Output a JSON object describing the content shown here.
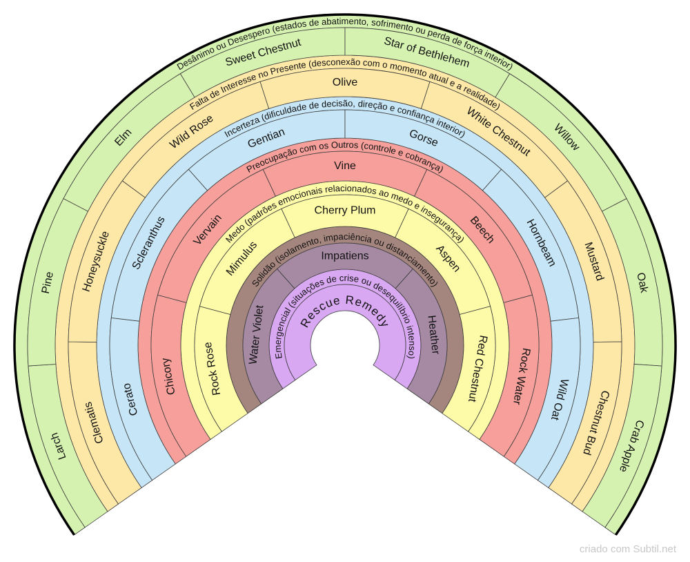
{
  "colors": {
    "stroke": "#3a3a3a",
    "outer_edge": "#000000",
    "watermark": "#c8c8c8"
  },
  "rings": [
    {
      "label": "Emergencial (situações de crise ou desequilíbrio intenso)",
      "color": "#d8a8f2",
      "band_color": "#d8a8f2",
      "segments": [
        "Rescue Remedy"
      ]
    },
    {
      "label": "Solidão (isolamento, impaciência ou distanciamento)",
      "color": "#a68aa4",
      "band_color": "#a5867f",
      "segments": [
        "Water Violet",
        "Impatiens",
        "Heather"
      ]
    },
    {
      "label": "Medo (padrões emocionais relacionados ao medo e insegurança)",
      "color": "#fdfaa8",
      "band_color": "#fdfaa8",
      "segments": [
        "Rock Rose",
        "Mimulus",
        "Cherry Plum",
        "Aspen",
        "Red Chestnut"
      ]
    },
    {
      "label": "Preocupação com os Outros (controle e cobrança)",
      "color": "#f7a09b",
      "band_color": "#f7a09b",
      "segments": [
        "Chicory",
        "Vervain",
        "Vine",
        "Beech",
        "Rock Water"
      ]
    },
    {
      "label": "Incerteza (dificuldade de decisão, direção e confiança interior)",
      "color": "#c6e5f6",
      "band_color": "#c6e5f6",
      "segments": [
        "Cerato",
        "Scleranthus",
        "Gentian",
        "Gorse",
        "Hornbeam",
        "Wild Oat"
      ]
    },
    {
      "label": "Falta de Interesse no Presente (desconexão com o momento atual e a realidade)",
      "color": "#fde8a7",
      "band_color": "#fde8a7",
      "segments": [
        "Clematis",
        "Honeysuckle",
        "Wild Rose",
        "Olive",
        "White Chestnut",
        "Mustard",
        "Chestnut Bud"
      ]
    },
    {
      "label": "Desânimo ou Desespero (estados de abatimento, sofrimento ou perda de força interior)",
      "color": "#d6f2b0",
      "band_color": "#d6f2b0",
      "segments": [
        "Larch",
        "Pine",
        "Elm",
        "Sweet Chestnut",
        "Star of Bethlehem",
        "Willow",
        "Oak",
        "Crab Apple"
      ]
    }
  ],
  "watermark": "criado com Subtil.net"
}
